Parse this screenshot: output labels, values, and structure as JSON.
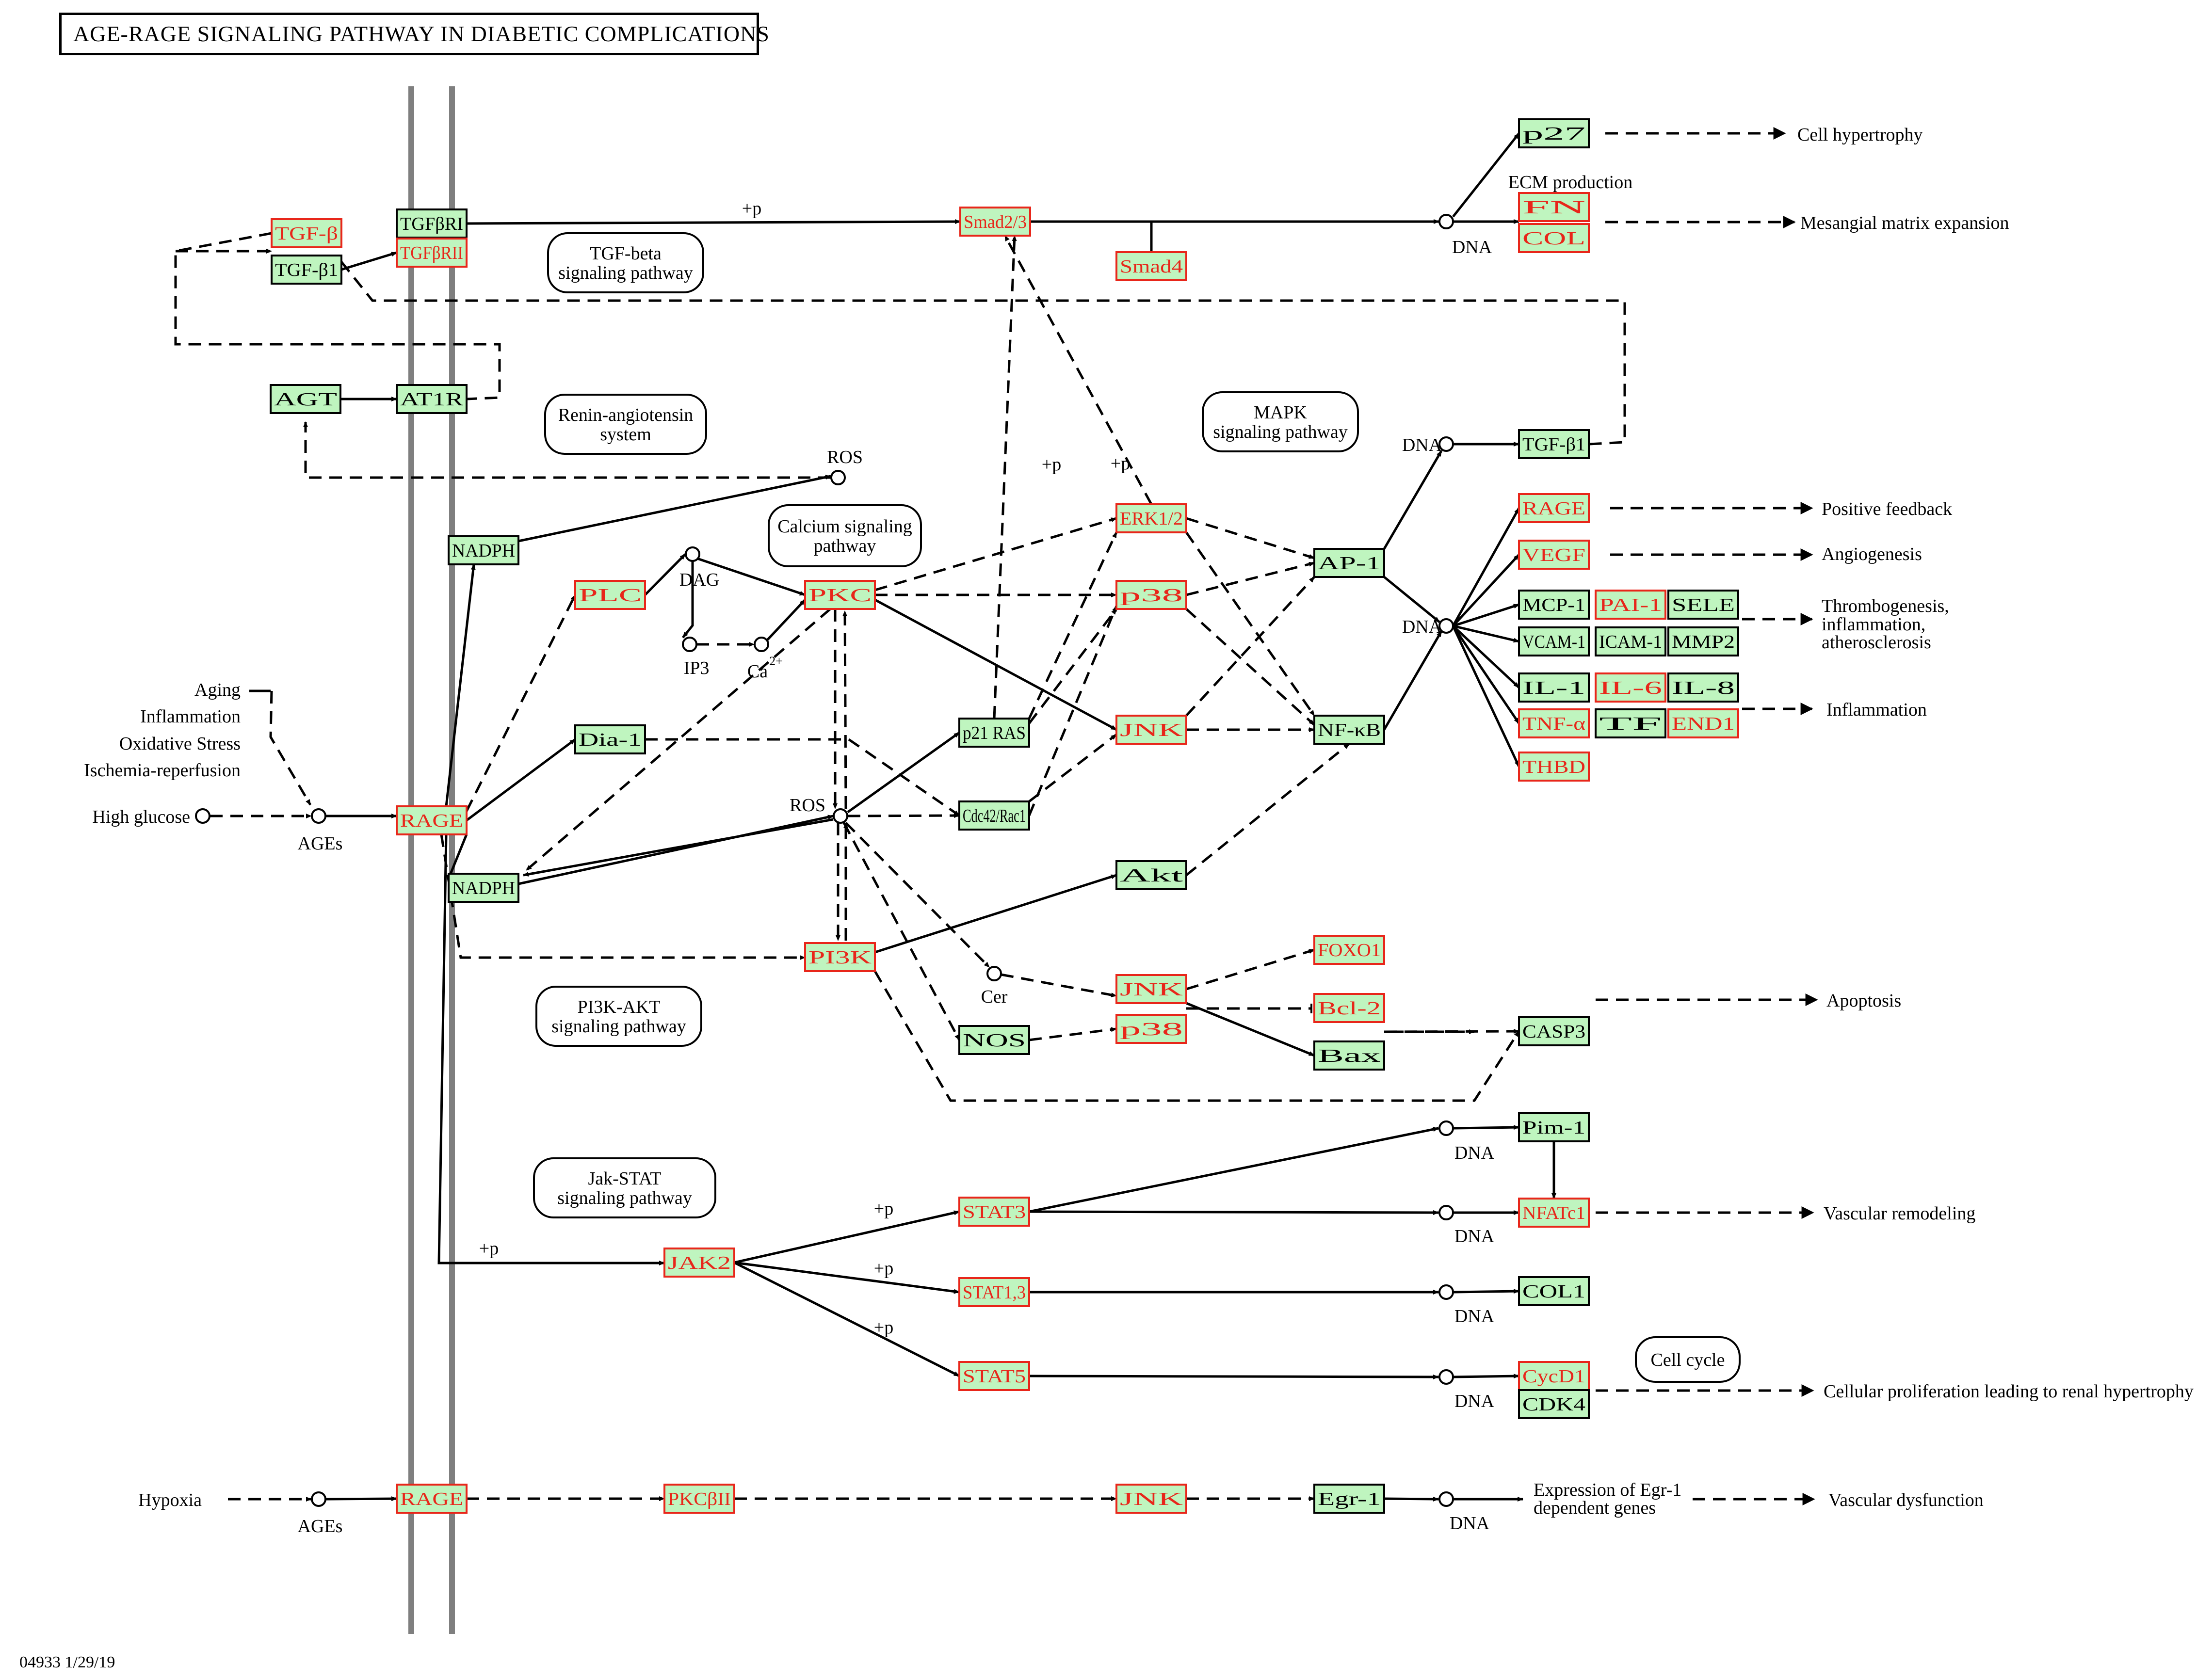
{
  "title": "AGE-RAGE SIGNALING PATHWAY IN DIABETIC COMPLICATIONS",
  "footer": "04933 1/29/19",
  "colors": {
    "node_fill": "#bff5bf",
    "node_border_normal": "#000000",
    "node_border_highlight": "#e8261a",
    "text_normal": "#000000",
    "text_highlight": "#e8261a",
    "membrane": "#7f7f7f"
  },
  "genes": {
    "tgfb": "TGF-β",
    "tgfb1": "TGF-β1",
    "tgfbri": "TGFβRI",
    "tgfbrii": "TGFβRII",
    "smad23": "Smad2/3",
    "smad4": "Smad4",
    "p27": "p27",
    "fn": "FN",
    "col": "COL",
    "agt": "AGT",
    "at1r": "AT1R",
    "tgfb1_dna": "TGF-β1",
    "rage_fb": "RAGE",
    "vegf": "VEGF",
    "mcp1": "MCP-1",
    "pai1": "PAI-1",
    "sele": "SELE",
    "vcam1": "VCAM-1",
    "icam1": "ICAM-1",
    "mmp2": "MMP2",
    "il1": "IL-1",
    "il6": "IL-6",
    "il8": "IL-8",
    "tnfa": "TNF-α",
    "tf": "TF",
    "end1": "END1",
    "thbd": "THBD",
    "nadph1": "NADPH",
    "plc": "PLC",
    "pkc": "PKC",
    "erk12": "ERK1/2",
    "p38a": "p38",
    "jnk1": "JNK",
    "ap1": "AP-1",
    "nfkb": "NF-κB",
    "dia1": "Dia-1",
    "p21ras": "p21 RAS",
    "cdc42rac1": "Cdc42/Rac1",
    "rage1": "RAGE",
    "nadph2": "NADPH",
    "akt": "Akt",
    "pi3k": "PI3K",
    "foxo1": "FOXO1",
    "jnk2": "JNK",
    "bcl2": "Bcl-2",
    "p38b": "p38",
    "bax": "Bax",
    "nos": "NOS",
    "casp3": "CASP3",
    "pim1": "Pim-1",
    "nfatc1": "NFATc1",
    "stat3": "STAT3",
    "jak2": "JAK2",
    "stat13": "STAT1,3",
    "col1": "COL1",
    "stat5": "STAT5",
    "cycd1": "CycD1",
    "cdk4": "CDK4",
    "rage2": "RAGE",
    "pkcbii": "PKCβII",
    "jnk3": "JNK",
    "egr1": "Egr-1"
  },
  "pathways": {
    "tgfbeta": [
      "TGF-beta",
      "signaling pathway"
    ],
    "renin": [
      "Renin-angiotensin",
      "system"
    ],
    "calcium": [
      "Calcium signaling",
      "pathway"
    ],
    "mapk": [
      "MAPK",
      "signaling pathway"
    ],
    "pi3kakt": [
      "PI3K-AKT",
      "signaling pathway"
    ],
    "jakstat": [
      "Jak-STAT",
      "signaling pathway"
    ],
    "cellcycle": [
      "Cell cycle"
    ]
  },
  "labels": {
    "ros_top": "ROS",
    "dag": "DAG",
    "ip3": "IP3",
    "ca": "Ca",
    "ca_sup": "2+",
    "ros_mid": "ROS",
    "cer": "Cer",
    "ages1": "AGEs",
    "ages2": "AGEs",
    "high_glucose": "High glucose",
    "hypoxia": "Hypoxia",
    "aging": "Aging",
    "inflammation_src": "Inflammation",
    "oxidative": "Oxidative Stress",
    "ischemia": "Ischemia-reperfusion",
    "dna1": "DNA",
    "dna2": "DNA",
    "dna3": "DNA",
    "dna4": "DNA",
    "dna5": "DNA",
    "dna6": "DNA",
    "dna7": "DNA",
    "dna8": "DNA",
    "ecm": "ECM production",
    "plus_p1": "+p",
    "plus_p2": "+p",
    "plus_p3": "+p",
    "plus_p4": "+p",
    "plus_p5": "+p",
    "plus_p6": "+p",
    "plus_p7": "+p"
  },
  "outcomes": {
    "hypertrophy": "Cell hypertrophy",
    "mesangial": "Mesangial matrix expansion",
    "feedback": "Positive feedback",
    "angiogenesis": "Angiogenesis",
    "thrombo": [
      "Thrombogenesis,",
      "inflammation,",
      "atherosclerosis"
    ],
    "inflammation": "Inflammation",
    "apoptosis": "Apoptosis",
    "remodeling": "Vascular remodeling",
    "proliferation": "Cellular proliferation leading to renal hypertrophy",
    "egr_expr": [
      "Expression of Egr-1",
      "dependent genes"
    ],
    "dysfunction": "Vascular dysfunction"
  }
}
